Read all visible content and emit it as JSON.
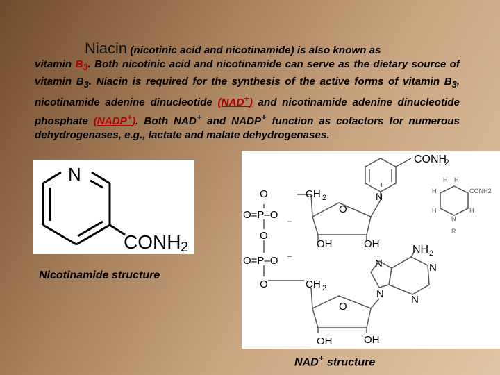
{
  "heading": {
    "title": "Niacin",
    "subtitle": "(nicotinic acid and nicotinamide) is also known as"
  },
  "body": {
    "t1": "vitamin ",
    "t2": "B",
    "t3": "3",
    "t4": ". Both nicotinic acid and nicotinamide can serve as the dietary source of vitamin B",
    "t5": "3",
    "t6": ". Niacin is required for the synthesis of the active forms of vitamin B",
    "t7": "3",
    "t8": ", nicotinamide adenine dinucleotide ",
    "t9": "(NAD",
    "t10": "+",
    "t11": ")",
    "t12": " and nicotinamide adenine dinucleotide phosphate ",
    "t13": "(NADP",
    "t14": "+",
    "t15": ")",
    "t16": ". Both NAD",
    "t17": "+",
    "t18": " and NADP",
    "t19": "+",
    "t20": " function as cofactors for numerous dehydrogenases, e.g., lactate and malate dehydrogenases."
  },
  "nicotinamide": {
    "n": "N",
    "group": "CONH",
    "sub": "2",
    "caption": "Nicotinamide structure"
  },
  "nad": {
    "conh": "CONH",
    "sub2": "2",
    "n_plus": "N",
    "plus": "+",
    "o1": "O",
    "ch2a": "CH",
    "ch2a_sub": "2",
    "ring_o1": "O",
    "p1": "O=P–O",
    "minus": "–",
    "o2": "O",
    "p2": "O=P–O",
    "o3": "O",
    "ch2b": "CH",
    "ch2b_sub": "2",
    "oh1": "OH",
    "oh2": "OH",
    "nh2": "NH",
    "nh2_sub": "2",
    "n1": "N",
    "n2": "N",
    "n3": "N",
    "n4": "N",
    "ring_o2": "O",
    "oh3": "OH",
    "oh4": "OH",
    "caption": "NAD",
    "caption_sup": "+",
    "caption_rest": " structure"
  },
  "inset": {
    "h1": "H",
    "h2": "H",
    "h3": "H",
    "h4": "H",
    "h5": "H",
    "conh2": "CONH2",
    "n": "N",
    "r": "R"
  }
}
